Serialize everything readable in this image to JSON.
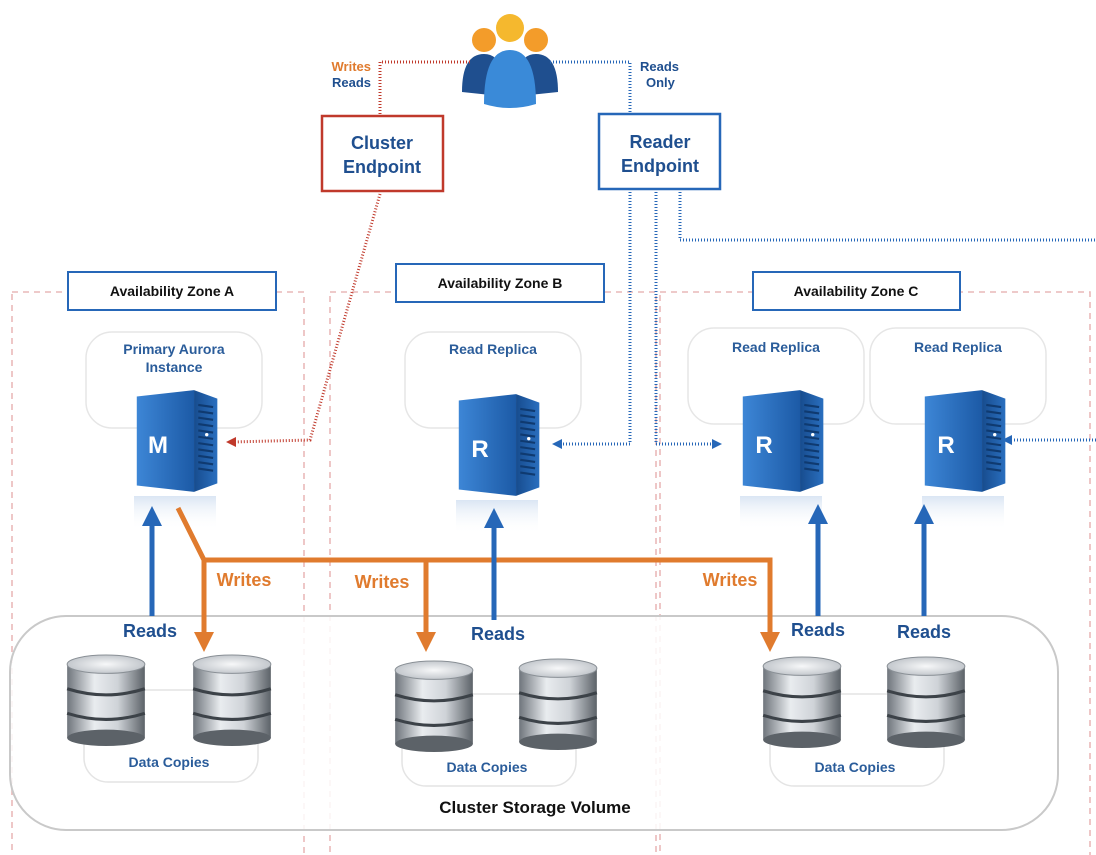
{
  "users_label": "",
  "cluster_endpoint": {
    "line1": "Cluster",
    "line2": "Endpoint"
  },
  "reader_endpoint": {
    "line1": "Reader",
    "line2": "Endpoint"
  },
  "writes_reads": {
    "writes": "Writes",
    "reads": "Reads"
  },
  "reads_only": {
    "line1": "Reads",
    "line2": "Only"
  },
  "zones": {
    "a": "Availability Zone A",
    "b": "Availability Zone B",
    "c": "Availability Zone C"
  },
  "instances": {
    "primary": {
      "title1": "Primary Aurora",
      "title2": "Instance",
      "letter": "M"
    },
    "replica_b": {
      "title": "Read Replica",
      "letter": "R"
    },
    "replica_c1": {
      "title": "Read Replica",
      "letter": "R"
    },
    "replica_c2": {
      "title": "Read Replica",
      "letter": "R"
    }
  },
  "flow_labels": {
    "writes": "Writes",
    "reads": "Reads"
  },
  "data_copies": "Data Copies",
  "storage_volume": "Cluster Storage Volume",
  "colors": {
    "orange": "#e07b2e",
    "blue": "#2667b8",
    "red": "#c0392b",
    "text_blue": "#1f4f8f",
    "zone_border": "#e9b9b9"
  }
}
